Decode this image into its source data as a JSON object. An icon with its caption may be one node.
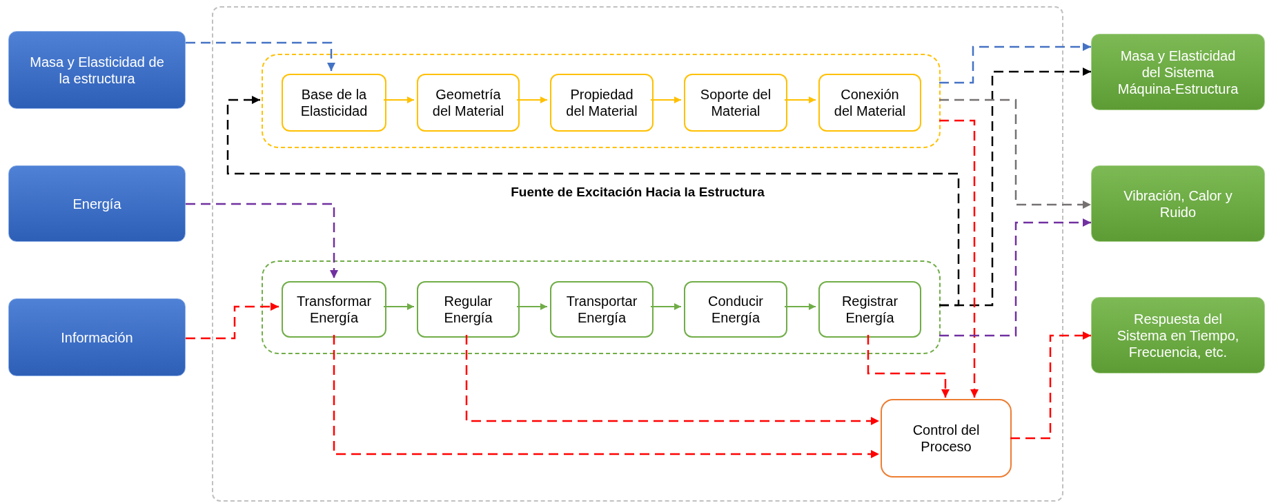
{
  "diagram": {
    "nodes": [
      {
        "text": [
          "Masa y Elasticidad de la estructura"
        ]
      },
      {
        "text": [
          "Energía"
        ]
      },
      {
        "text": [
          "Información"
        ]
      },
      {
        "text": [
          "Fuente de Excitación Hacia la Estructura"
        ]
      },
      {
        "text": [],
        "shape": "box",
        "in": 3
      },
      {
        "text": [
          "Base de la Elasticidad"
        ],
        "in": 4
      },
      {
        "text": [
          "Geometría del Material"
        ],
        "in": 4
      },
      {
        "text": [
          "Propiedad del Material"
        ],
        "in": 4
      },
      {
        "text": [
          "Soporte del Material"
        ],
        "in": 4
      },
      {
        "text": [
          "Conexión del Material"
        ],
        "in": 4
      },
      {
        "text": [],
        "shape": "box",
        "in": 3
      },
      {
        "text": [
          "Transformar Energía"
        ],
        "in": 10
      },
      {
        "text": [
          "Regular Energía"
        ],
        "in": 10
      },
      {
        "text": [
          "Transportar Energía"
        ],
        "in": 10
      },
      {
        "text": [
          "Conducir Energía"
        ],
        "in": 10
      },
      {
        "text": [
          "Registrar Energía"
        ],
        "in": 10
      },
      {
        "text": [
          "Control del Proceso"
        ],
        "in": 3
      },
      {
        "text": [
          "Masa y Elasticidad del Sistema Máquina-Estructura"
        ]
      },
      {
        "text": [
          "Vibración, Calor y Ruido"
        ]
      },
      {
        "text": [
          "Respuesta del Sistema en Tiempo, Frecuencia, etc."
        ]
      }
    ],
    "edges": [
      {
        "from": 0,
        "to": 5,
        "arrow": "to",
        "style": "dashed",
        "color": "#4472c4"
      },
      {
        "from": 1,
        "to": 11,
        "arrow": "to",
        "style": "dashed",
        "color": "#7030a0"
      },
      {
        "from": 2,
        "to": 11,
        "arrow": "to",
        "style": "dashed",
        "color": "#ff0000"
      },
      {
        "from": 5,
        "to": 6,
        "arrow": "to",
        "color": "#ffc000"
      },
      {
        "from": 6,
        "to": 7,
        "arrow": "to",
        "color": "#ffc000"
      },
      {
        "from": 7,
        "to": 8,
        "arrow": "to",
        "color": "#ffc000"
      },
      {
        "from": 8,
        "to": 9,
        "arrow": "to",
        "color": "#ffc000"
      },
      {
        "from": 11,
        "to": 12,
        "arrow": "to",
        "color": "#70ad47"
      },
      {
        "from": 12,
        "to": 13,
        "arrow": "to",
        "color": "#70ad47"
      },
      {
        "from": 13,
        "to": 14,
        "arrow": "to",
        "color": "#70ad47"
      },
      {
        "from": 14,
        "to": 15,
        "arrow": "to",
        "color": "#70ad47"
      },
      {
        "from": 4,
        "to": 17,
        "arrow": "to",
        "style": "dashed",
        "color": "#4472c4"
      },
      {
        "from": 10,
        "to": 17,
        "arrow": "to",
        "style": "dashed",
        "color": "#000000"
      },
      {
        "from": 10,
        "to": 4,
        "arrow": "to",
        "style": "dashed",
        "color": "#000000"
      },
      {
        "from": 4,
        "to": 18,
        "arrow": "to",
        "style": "dashed",
        "color": "#767171"
      },
      {
        "from": 4,
        "to": 16,
        "arrow": "to",
        "style": "dashed",
        "color": "#ff0000"
      },
      {
        "from": 10,
        "to": 18,
        "arrow": "to",
        "style": "dashed",
        "color": "#7030a0"
      },
      {
        "from": 15,
        "to": 16,
        "arrow": "to",
        "style": "dashed",
        "color": "#ff0000"
      },
      {
        "from": 12,
        "to": 16,
        "arrow": "to",
        "style": "dashed",
        "color": "#ff0000"
      },
      {
        "from": 11,
        "to": 16,
        "arrow": "to",
        "style": "dashed",
        "color": "#ff0000"
      },
      {
        "from": 16,
        "to": 19,
        "arrow": "to",
        "style": "dashed",
        "color": "#ff0000"
      }
    ]
  }
}
